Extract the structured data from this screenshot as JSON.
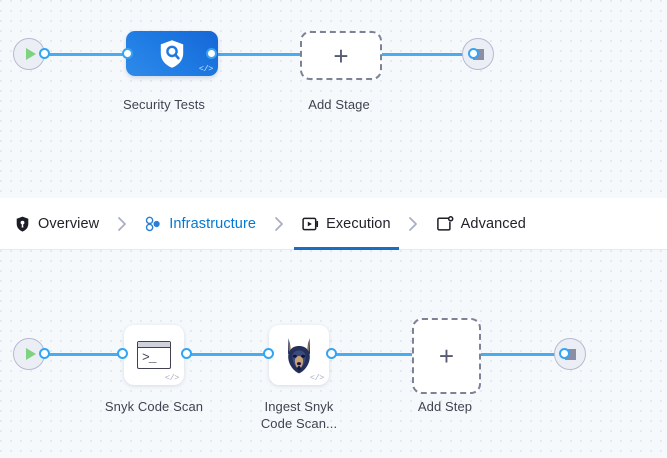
{
  "tabs": [
    {
      "label": "Overview",
      "icon": "shield-icon",
      "state": "default"
    },
    {
      "label": "Infrastructure",
      "icon": "cluster-nodes-icon",
      "state": "link"
    },
    {
      "label": "Execution",
      "icon": "play-box-icon",
      "state": "active"
    },
    {
      "label": "Advanced",
      "icon": "settings-card-icon",
      "state": "default"
    }
  ],
  "separator": "chevron-right-icon",
  "colors": {
    "edge": "#4aabf0",
    "port": "#35a4f2",
    "active_tab_underline": "#1b6cc4",
    "link_text": "#0278d5",
    "stage_gradient_from": "#2f8ae8",
    "stage_gradient_to": "#1766d6",
    "canvas_bg": "#f6f9fc",
    "dot_grid": "#dfe5ee",
    "play_green": "#7fd27f",
    "stop_gray": "#8a8fa6"
  },
  "stage_graph": {
    "start_node": {
      "name": "pipeline-start",
      "icon": "play-triangle-icon"
    },
    "end_node": {
      "name": "pipeline-end",
      "icon": "stop-square-icon"
    },
    "stages": [
      {
        "label": "Security Tests",
        "icon": "shield-magnifier-icon",
        "badge": "</>",
        "type": "stage"
      },
      {
        "label": "Add Stage",
        "icon": "plus-icon",
        "type": "add"
      }
    ]
  },
  "step_graph": {
    "start_node": {
      "name": "execution-start",
      "icon": "play-triangle-icon"
    },
    "end_node": {
      "name": "execution-end",
      "icon": "stop-square-icon"
    },
    "steps": [
      {
        "label": "Snyk Code Scan",
        "icon": "terminal-icon",
        "badge": "</>",
        "type": "step"
      },
      {
        "label": "Ingest Snyk\nCode Scan...",
        "label_line1": "Ingest Snyk",
        "label_line2": "Code Scan...",
        "icon": "snyk-doberman-icon",
        "badge": "</>",
        "type": "step"
      },
      {
        "label": "Add Step",
        "icon": "plus-icon",
        "type": "add"
      }
    ]
  },
  "glyphs": {
    "plus": "+",
    "code_badge": "</>"
  }
}
